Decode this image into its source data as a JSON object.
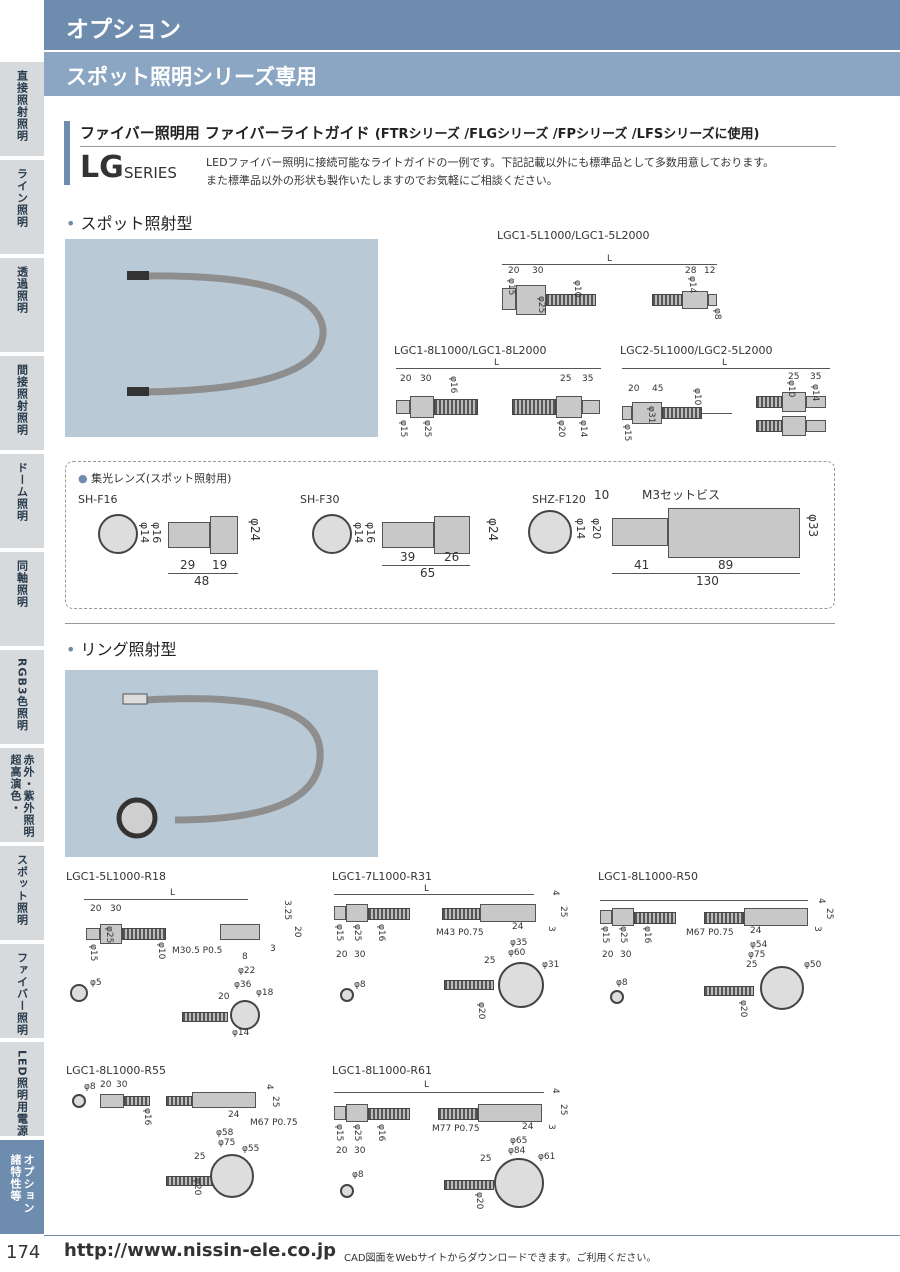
{
  "sidebar": {
    "tabs": [
      {
        "label": "直接照射照明",
        "active": false
      },
      {
        "label": "ライン照明",
        "active": false
      },
      {
        "label": "透過照明",
        "active": false
      },
      {
        "label": "間接照射照明",
        "active": false
      },
      {
        "label": "ドーム照明",
        "active": false
      },
      {
        "label": "同軸照明",
        "active": false
      },
      {
        "label": "RGB3色照明",
        "active": false
      },
      {
        "label": "赤外・紫外照明\n超高演色・",
        "active": false
      },
      {
        "label": "スポット照明",
        "active": false
      },
      {
        "label": "ファイバー照明",
        "active": false
      },
      {
        "label": "LED照明用電源",
        "active": false
      },
      {
        "label": "オプション\n諸特性等",
        "active": true
      }
    ]
  },
  "header": {
    "title": "オプション",
    "subtitle": "スポット照明シリーズ専用"
  },
  "section": {
    "title_main": "ファイバー照明用 ファイバーライトガイド",
    "title_sub": "(FTRシリーズ /FLGシリーズ /FPシリーズ /LFSシリーズに使用)",
    "series_code": "LG",
    "series_word": "SERIES",
    "desc_line1": "LEDファイバー照明に接続可能なライトガイドの一例です。下記記載以外にも標準品として多数用意しております。",
    "desc_line2": "また標準品以外の形状も製作いたしますのでお気軽にご相談ください。"
  },
  "spot": {
    "heading": "スポット照射型",
    "models": {
      "m1": "LGC1-5L1000/LGC1-5L2000",
      "m2": "LGC1-8L1000/LGC1-8L2000",
      "m3": "LGC2-5L1000/LGC2-5L2000"
    },
    "dims": {
      "L": "L",
      "d20": "20",
      "d30": "30",
      "d28": "28",
      "d12": "12",
      "d45": "45",
      "d25": "25",
      "d35": "35",
      "p15": "φ15",
      "p25": "φ25",
      "p10": "φ10",
      "p14": "φ14",
      "p8": "φ8",
      "p16": "φ16",
      "p20": "φ20",
      "p31": "φ31"
    }
  },
  "lens": {
    "title": "集光レンズ(スポット照射用)",
    "items": [
      {
        "name": "SH-F16",
        "d_small": "φ14",
        "d_small2": "φ16",
        "d_big": "φ24",
        "len1": "29",
        "len2": "19",
        "total": "48"
      },
      {
        "name": "SH-F30",
        "d_small": "φ14",
        "d_small2": "φ16",
        "d_big": "φ24",
        "len1": "39",
        "len2": "26",
        "total": "65"
      },
      {
        "name": "SHZ-F120",
        "screw_len": "10",
        "screw": "M3セットビス",
        "d_small": "φ14",
        "d_small2": "φ20",
        "d_big": "φ33",
        "len1": "41",
        "len2": "89",
        "total": "130"
      }
    ]
  },
  "ring": {
    "heading": "リング照射型",
    "models": [
      {
        "name": "LGC1-5L1000-R18",
        "L": "L",
        "a": "20",
        "b": "30",
        "thread": "M30.5 P0.5",
        "c": "3.25",
        "d": "20",
        "e": "3",
        "f": "8",
        "p15": "φ15",
        "p25": "φ25",
        "p10": "φ10",
        "p22": "φ22",
        "p36": "φ36",
        "p5": "φ5",
        "p18": "φ18",
        "p14": "φ14",
        "g": "20"
      },
      {
        "name": "LGC1-7L1000-R31",
        "L": "L",
        "a": "20",
        "b": "30",
        "thread": "M43 P0.75",
        "c": "4",
        "d": "25",
        "e": "3",
        "f": "24",
        "p15": "φ15",
        "p25": "φ25",
        "p16": "φ16",
        "p35": "φ35",
        "p60": "φ60",
        "p31": "φ31",
        "p8": "φ8",
        "p20": "φ20",
        "g": "25"
      },
      {
        "name": "LGC1-8L1000-R50",
        "L": "L",
        "a": "20",
        "b": "30",
        "thread": "M67 P0.75",
        "c": "4",
        "d": "25",
        "e": "3",
        "f": "24",
        "p15": "φ15",
        "p25": "φ25",
        "p16": "φ16",
        "p54": "φ54",
        "p75": "φ75",
        "p50": "φ50",
        "p8": "φ8",
        "p20": "φ20",
        "g": "25"
      },
      {
        "name": "LGC1-8L1000-R55",
        "a": "20",
        "b": "30",
        "thread": "M67 P0.75",
        "c": "4",
        "d": "25",
        "f": "24",
        "p8": "φ8",
        "p16": "φ16",
        "p58": "φ58",
        "p75": "φ75",
        "p55": "φ55",
        "p20": "φ20",
        "g": "25"
      },
      {
        "name": "LGC1-8L1000-R61",
        "L": "L",
        "a": "20",
        "b": "30",
        "thread": "M77 P0.75",
        "c": "4",
        "d": "25",
        "e": "3",
        "f": "24",
        "p15": "φ15",
        "p25": "φ25",
        "p16": "φ16",
        "p65": "φ65",
        "p84": "φ84",
        "p61": "φ61",
        "p8": "φ8",
        "p20": "φ20",
        "g": "25"
      }
    ]
  },
  "footer": {
    "page": "174",
    "url": "http://www.nissin-ele.co.jp",
    "note": "CAD図面をWebサイトからダウンロードできます。ご利用ください。"
  },
  "colors": {
    "header": "#6e8cad",
    "subheader": "#8aa6c3",
    "tab": "#d6dadd",
    "photo_bg": "#b9c9d6"
  }
}
